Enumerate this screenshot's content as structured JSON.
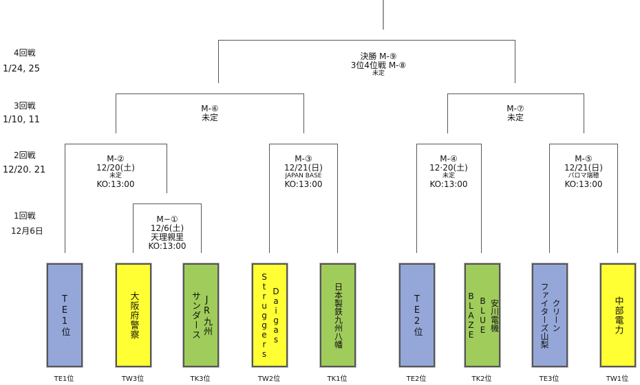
{
  "rounds": [
    {
      "name": "4回戦",
      "date": "1/24, 25"
    },
    {
      "name": "3回戦",
      "date": "1/10, 11"
    },
    {
      "name": "2回戦",
      "date": "12/20. 21"
    },
    {
      "name": "1回戦",
      "date": "12月6日"
    }
  ],
  "final": {
    "line1": "決勝 M-⑨",
    "line2": "3位4位戦 M-⑧",
    "venue": "未定"
  },
  "semis": [
    {
      "match": "M-⑥",
      "venue": "未定"
    },
    {
      "match": "M-⑦",
      "venue": "未定"
    }
  ],
  "quarters": [
    {
      "match": "M-②",
      "date": "12/20(土)",
      "venue": "未定",
      "kickoff": "KO:13:00"
    },
    {
      "match": "M-③",
      "date": "12/21(日)",
      "venue": "JAPAN BASE",
      "kickoff": "KO:13:00"
    },
    {
      "match": "M-④",
      "date": "12·20(土)",
      "venue": "未定",
      "kickoff": "KO:13:00"
    },
    {
      "match": "M-⑤",
      "date": "12/21(日)",
      "venue": "パロマ瑞穂",
      "kickoff": "KO:13:00"
    }
  ],
  "first_round": {
    "match": "M−①",
    "date": "12/6(土)",
    "venue": "天理親里",
    "kickoff": "KO:13:00"
  },
  "teams": [
    {
      "columns": [
        "TE1位"
      ],
      "seed": "TE1位",
      "color": "#95a7d9"
    },
    {
      "columns": [
        "大阪府警察"
      ],
      "seed": "TW3位",
      "color": "#ffff33"
    },
    {
      "columns": [
        "JR九州",
        "サンダース"
      ],
      "seed": "TK3位",
      "color": "#a0cc5b"
    },
    {
      "columns": [
        "Daigas",
        "Struggers"
      ],
      "seed": "TW2位",
      "color": "#ffff33"
    },
    {
      "columns": [
        "日本製鉄九州八幡"
      ],
      "seed": "TK1位",
      "color": "#a0cc5b"
    },
    {
      "columns": [
        "TE2位"
      ],
      "seed": "TE2位",
      "color": "#95a7d9"
    },
    {
      "columns": [
        "安川電機",
        "BLUE",
        "BLAZE"
      ],
      "seed": "TK2位",
      "color": "#a0cc5b"
    },
    {
      "columns": [
        "クリーン",
        "ファイターズ山梨"
      ],
      "seed": "TE3位",
      "color": "#95a7d9"
    },
    {
      "columns": [
        "中部電力"
      ],
      "seed": "TW1位",
      "color": "#ffff33"
    }
  ]
}
